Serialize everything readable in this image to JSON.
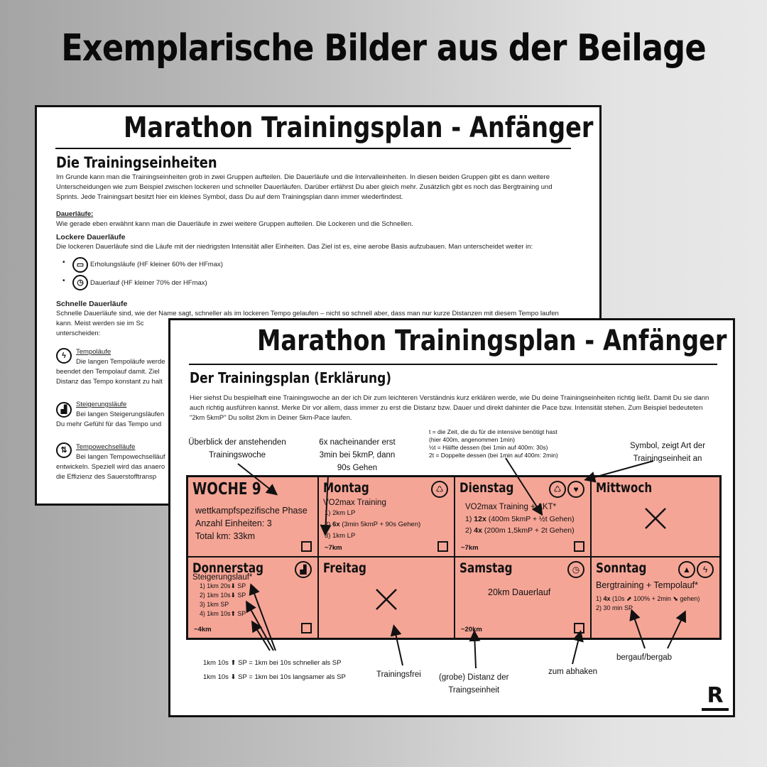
{
  "headline": "Exemplarische Bilder aus der Beilage",
  "sheet1": {
    "title": "Marathon Trainingsplan - Anfänger",
    "section": "Die Trainingseinheiten",
    "intro": "Im Grunde kann man die Trainingseinheiten grob in zwei Gruppen aufteilen. Die Dauerläufe und die Intervalleinheiten. In diesen beiden Gruppen gibt es dann weitere Unterscheidungen wie zum Beispiel zwischen lockeren und schneller Dauerläufen. Darüber erfährst Du aber gleich mehr. Zusätzlich gibt es noch das Bergtraining und Sprints. Jede Trainingsart besitzt hier ein kleines Symbol, dass Du auf dem Trainingsplan dann immer wiederfindest.",
    "dauer_heading": "Dauerläufe:",
    "dauer_text": "Wie gerade eben erwähnt kann man die Dauerläufe in zwei weitere Gruppen aufteilen. Die Lockeren und die Schnellen.",
    "locker_heading": "Lockere Dauerläufe",
    "locker_text": "Die lockeren Dauerläufe sind die Läufe mit der niedrigsten Intensität aller Einheiten. Das Ziel ist es, eine aerobe Basis aufzubauen. Man unterscheidet weiter in:",
    "bullet1": "Erholungsläufe (HF kleiner 60% der HFmax)",
    "bullet2": "Dauerlauf (HF kleiner 70% der HFmax)",
    "schnell_heading": "Schnelle Dauerläufe",
    "schnell_text": "Schnelle Dauerläufe sind, wie der Name sagt, schneller als im lockeren Tempo gelaufen – nicht so schnell aber, dass man nur kurze Distanzen mit diesem Tempo laufen kann. Meist werden sie im Sc",
    "schnell_text2": "unterscheiden:",
    "tempo_label": "Tempoläufe",
    "tempo_text1": "Die langen Tempoläufe werde",
    "tempo_text2": "beendet den Tempolauf damit. Ziel",
    "tempo_text3": "Distanz das Tempo konstant zu halt",
    "steig_label": "Steigerungsläufe",
    "steig_text1": "Bei langen Steigerungsläufen",
    "steig_text2": "Du mehr Gefühl für das Tempo und",
    "wechsel_label": "Tempowechselläufe",
    "wechsel_text1": "Bei langen Tempowechselläuf",
    "wechsel_text2": "entwickeln. Speziell wird das anaero",
    "wechsel_text3": "die Effizienz des Sauerstofftransp"
  },
  "sheet2": {
    "title": "Marathon Trainingsplan - Anfänger",
    "section": "Der Trainingsplan (Erklärung)",
    "intro": "Hier siehst Du bespielhaft eine Trainingswoche an der ich Dir zum leichteren Verständnis kurz erklären werde, wie Du deine Trainingseinheiten richtig ließt. Damit Du sie dann auch richtig ausführen kannst. Merke Dir vor allem, dass immer zu erst die Distanz bzw. Dauer und direkt dahinter die Pace bzw. Intensität stehen. Zum Beispiel bedeuteten \"2km 5kmP\" Du sollst 2km in Deiner 5km-Pace laufen.",
    "week": {
      "title": "WOCHE 9",
      "phase": "wettkampfspezifische Phase",
      "units": "Anzahl Einheiten: 3",
      "total": "Total km: 33km"
    },
    "monday": {
      "name": "Montag",
      "workout": "VO2max Training",
      "l1": "1) 2km LP",
      "l2_bold": "6x",
      "l2_pre": "2) ",
      "l2_rest": " (3min 5kmP + 90s Gehen)",
      "l3": "3) 1km LP",
      "km": "~7km"
    },
    "tuesday": {
      "name": "Dienstag",
      "workout": "VO2max Training + AKT*",
      "l1_pre": "1) ",
      "l1_bold": "12x",
      "l1_rest": " (400m 5kmP + ½t Gehen)",
      "l2_pre": "2) ",
      "l2_bold": "4x",
      "l2_rest": " (200m 1,5kmP + 2t Gehen)",
      "km": "~7km"
    },
    "wednesday": {
      "name": "Mittwoch"
    },
    "thursday": {
      "name": "Donnerstag",
      "workout": "Steigerungslauf*",
      "l1": "1) 1km 20s⬇ SP",
      "l2": "2) 1km 10s⬇ SP",
      "l3": "3) 1km SP",
      "l4": "4) 1km 10s⬆ SP",
      "km": "~4km"
    },
    "friday": {
      "name": "Freitag"
    },
    "saturday": {
      "name": "Samstag",
      "workout": "20km Dauerlauf",
      "km": "~20km"
    },
    "sunday": {
      "name": "Sonntag",
      "workout": "Bergtraining + Tempolauf*",
      "l1_pre": "1) ",
      "l1_bold": "4x",
      "l1_rest": " (10s ⬈ 100% + 2min ⬊ gehen)",
      "l2": "2) 30 min SP"
    },
    "annotations": {
      "overview": "Überblick der anstehenden\nTrainingswoche",
      "repeat": "6x nacheinander erst\n3min bei 5kmP, dann\n90s Gehen",
      "time_note": "t = die Zeit, die du für die intensive benötigt hast\n(hier 400m, angenommen 1min)\n½t =  Hälfte dessen (bei 1min auf 400m: 30s)\n2t = Doppelte dessen (bei 1min auf 400m: 2min)",
      "symbol": "Symbol, zeigt Art der\nTrainingseinheit an",
      "faster": "1km 10s ⬆ SP = 1km bei 10s schneller als SP",
      "slower": "1km 10s ⬇ SP = 1km bei 10s langsamer als SP",
      "free": "Trainingsfrei",
      "distance": "(grobe) Distanz der\nTraingseinheit",
      "check": "zum abhaken",
      "updown": "bergauf/bergab"
    },
    "logo_letter": "R"
  }
}
